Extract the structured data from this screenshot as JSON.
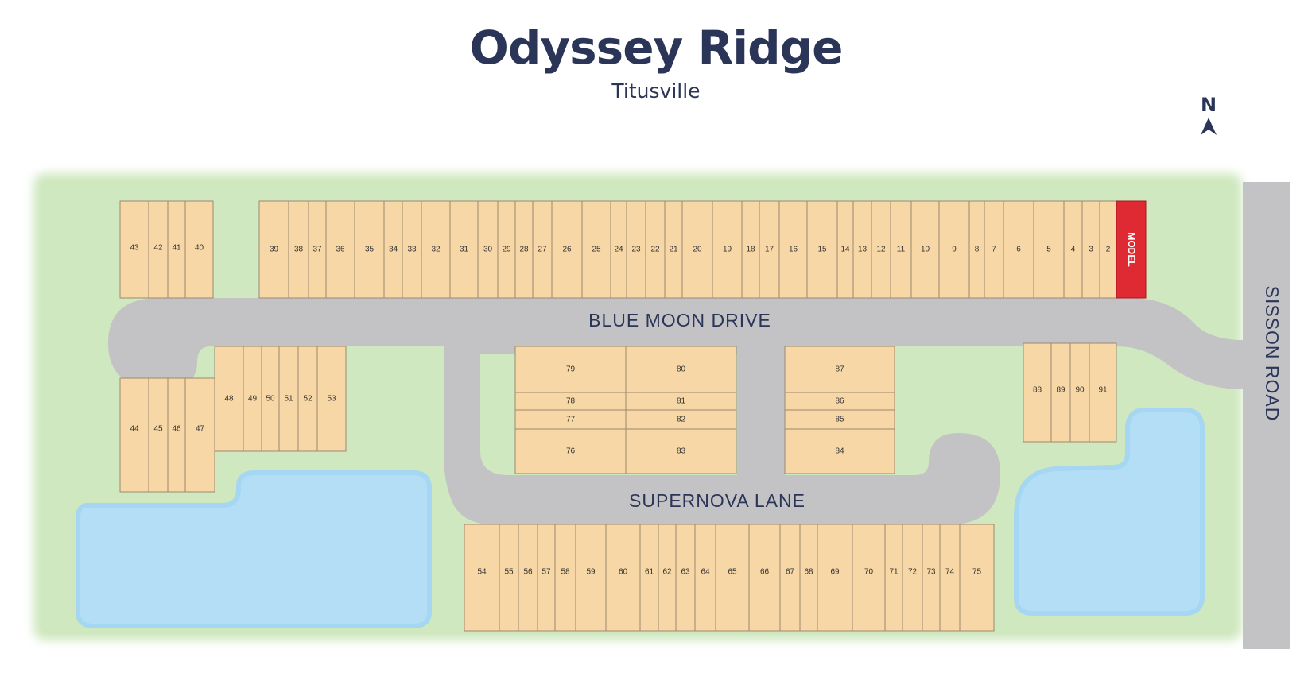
{
  "title": "Odyssey Ridge",
  "subtitle": "Titusville",
  "north_label": "N",
  "streets": {
    "blue_moon": "BLUE MOON DRIVE",
    "supernova": "SUPERNOVA LANE",
    "sisson": "SISSON ROAD"
  },
  "model_label": "MODEL",
  "colors": {
    "greenspace": "#cfe8bf",
    "lot": "#f7d7a5",
    "road": "#c3c3c6",
    "pond": "#b4def5",
    "model": "#e02a33",
    "title": "#2b3558"
  },
  "lots": {
    "north_row": [
      "39",
      "38",
      "37",
      "36",
      "35",
      "34",
      "33",
      "32",
      "31",
      "30",
      "29",
      "28",
      "27",
      "26",
      "25",
      "24",
      "23",
      "22",
      "21",
      "20",
      "19",
      "18",
      "17",
      "16",
      "15",
      "14",
      "13",
      "12",
      "11",
      "10",
      "9",
      "8",
      "7",
      "6",
      "5",
      "4",
      "3",
      "2"
    ],
    "northwest_row": [
      "43",
      "42",
      "41",
      "40"
    ],
    "southwest_row": [
      "44",
      "45",
      "46",
      "47"
    ],
    "middle_west_row": [
      "48",
      "49",
      "50",
      "51",
      "52",
      "53"
    ],
    "south_row": [
      "54",
      "55",
      "56",
      "57",
      "58",
      "59",
      "60",
      "61",
      "62",
      "63",
      "64",
      "65",
      "66",
      "67",
      "68",
      "69",
      "70",
      "71",
      "72",
      "73",
      "74",
      "75"
    ],
    "center_left_column": [
      "79",
      "78",
      "77",
      "76"
    ],
    "center_right_column": [
      "80",
      "81",
      "82",
      "83"
    ],
    "east_block": [
      "87",
      "86",
      "85",
      "84"
    ],
    "east_row": [
      "88",
      "89",
      "90",
      "91"
    ]
  }
}
